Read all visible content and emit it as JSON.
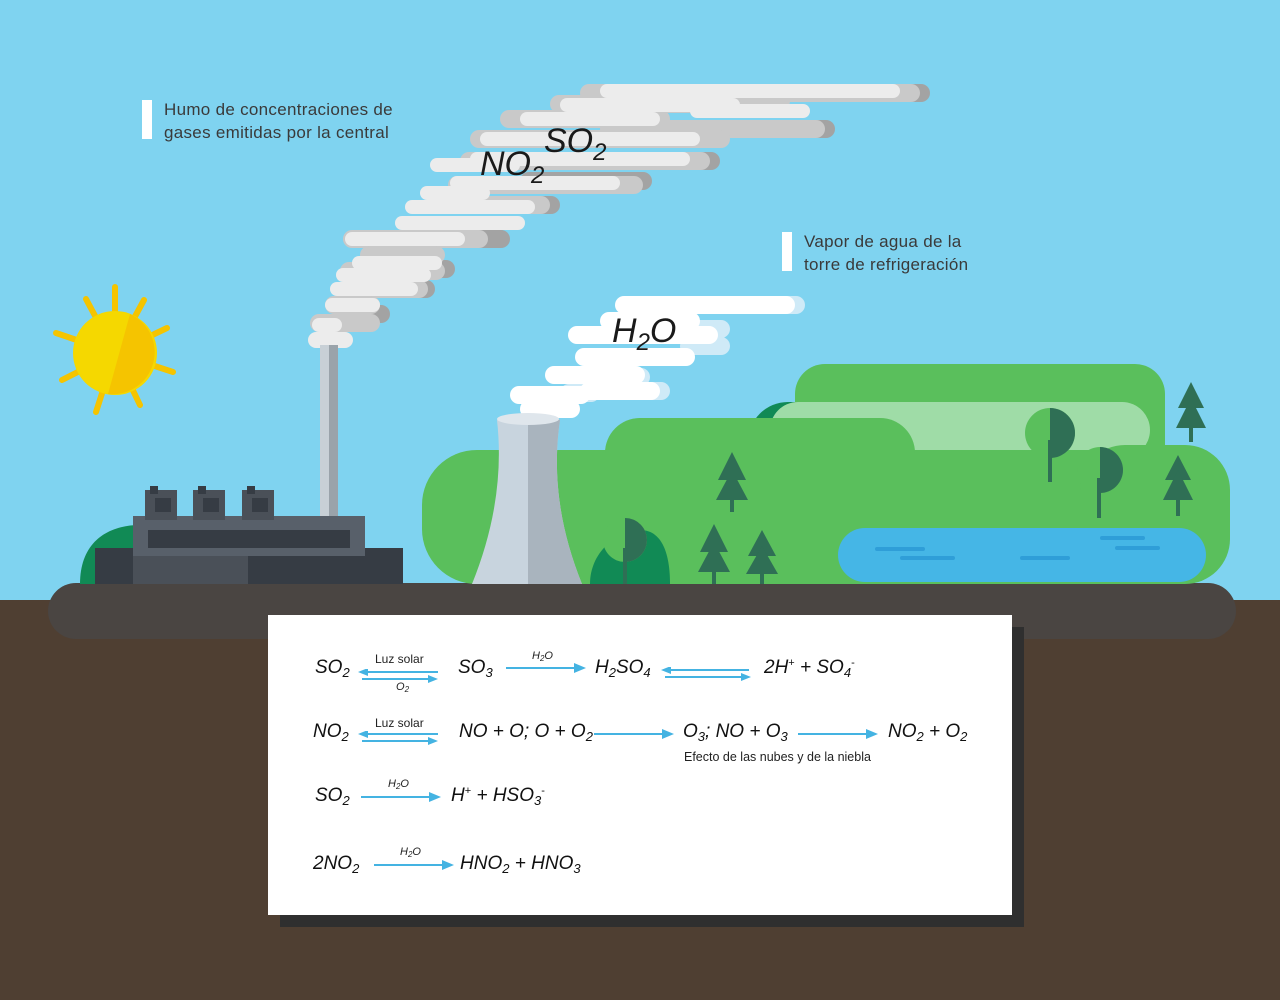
{
  "legend_smoke": [
    "Humo de concentraciones de",
    "gases emitidas por la central"
  ],
  "legend_vapor": [
    "Vapor de agua de la",
    "torre de refrigeración"
  ],
  "gas_labels": {
    "no2": {
      "base": "NO",
      "sub": "2"
    },
    "so2": {
      "base": "SO",
      "sub": "2"
    },
    "h2o": {
      "pre": "H",
      "sub": "2",
      "post": "O"
    }
  },
  "conditions": {
    "luz_solar": "Luz solar",
    "o2": {
      "base": "O",
      "sub": "2"
    },
    "h2o": {
      "base": "H",
      "sub": "2",
      "post": "O"
    }
  },
  "equations": {
    "r1": {
      "so2": {
        "base": "SO",
        "sub": "2"
      },
      "so3": {
        "base": "SO",
        "sub": "3"
      },
      "h2so4": {
        "a": "H",
        "s1": "2",
        "b": "SO",
        "s2": "4"
      },
      "products": {
        "a": "2H",
        "sup1": "+",
        "b": " + SO",
        "s": "4",
        "sup2": "-"
      }
    },
    "r2": {
      "no2": {
        "base": "NO",
        "sub": "2"
      },
      "mid": {
        "a": "NO + O; O + O",
        "s": "2"
      },
      "o3": {
        "a": "O",
        "s1": "3",
        "b": "; NO + O",
        "s2": "3"
      },
      "prod": {
        "a": "NO",
        "s1": "2",
        "b": " + O",
        "s2": "2"
      },
      "note": "Efecto de las nubes y de la niebla"
    },
    "r3": {
      "so2": {
        "base": "SO",
        "sub": "2"
      },
      "prod": {
        "a": "H",
        "sup1": "+",
        "b": " + HSO",
        "s": "3",
        "sup2": "-"
      }
    },
    "r4": {
      "no2": {
        "base": "2NO",
        "sub": "2"
      },
      "prod": {
        "a": "HNO",
        "s1": "2",
        "b": " + HNO",
        "s2": "3"
      }
    }
  },
  "colors": {
    "sky": "#7fd3f0",
    "ground": "#4f3f32",
    "ground_rim": "#4a4542",
    "hill_green": "#5abf5c",
    "dark_green": "#118a55",
    "light_green": "#9fdca7",
    "lake": "#45b6e6",
    "sun": "#f5c400",
    "smoke_light": "#ececec",
    "smoke_mid": "#c9c9c9",
    "smoke_dark": "#a3a3a3",
    "arrow": "#44b3e2"
  }
}
